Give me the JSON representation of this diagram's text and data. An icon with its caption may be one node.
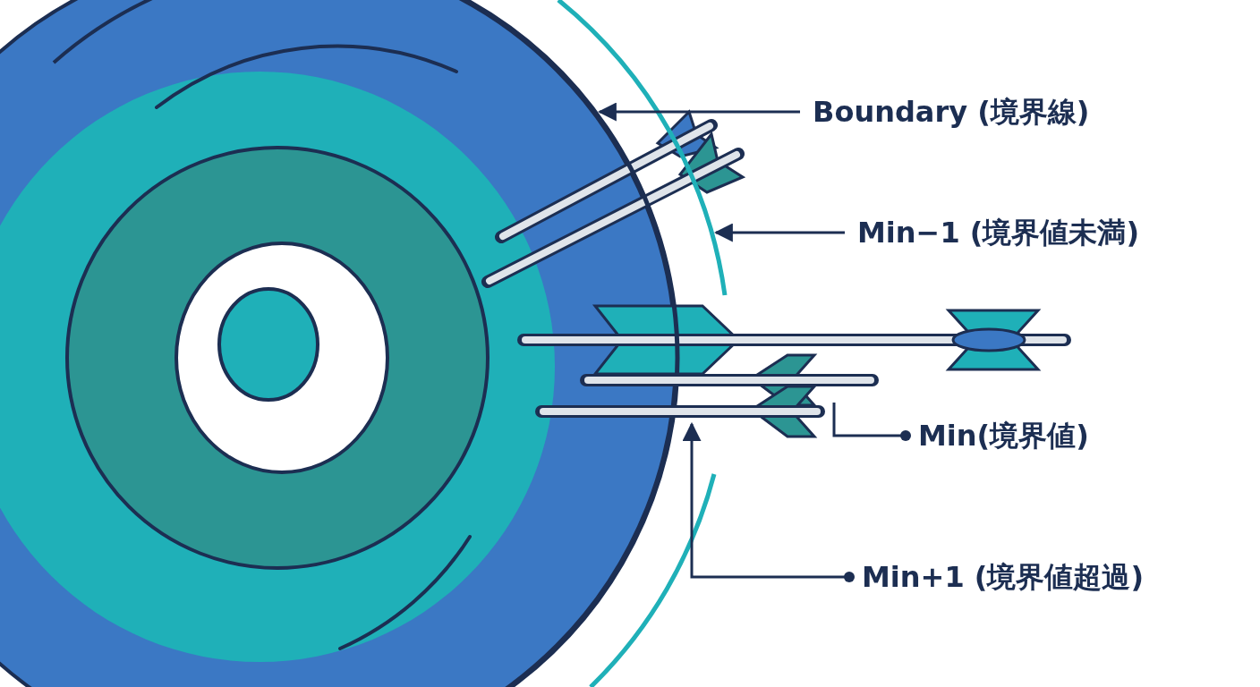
{
  "diagram": {
    "nodes": [
      {
        "text": [
          "Boundary (境界線)"
        ]
      },
      {
        "text": [],
        "shape": "circle"
      },
      {
        "text": [
          "Min−1 (境界値未満)"
        ]
      },
      {
        "text": [],
        "shape": "circle"
      },
      {
        "text": [
          "Min(境界値)"
        ]
      },
      {
        "text": [],
        "shape": "picture"
      },
      {
        "text": [
          "Min+1 (境界値超過)"
        ]
      },
      {
        "text": [],
        "shape": "picture"
      }
    ],
    "edges": [
      {
        "from": 0,
        "to": 1,
        "arrow": "to"
      },
      {
        "from": 2,
        "to": 3,
        "arrow": "to"
      },
      {
        "from": 4,
        "to": 5,
        "arrow": "other"
      },
      {
        "from": 6,
        "to": 7,
        "arrow": "to"
      }
    ]
  }
}
